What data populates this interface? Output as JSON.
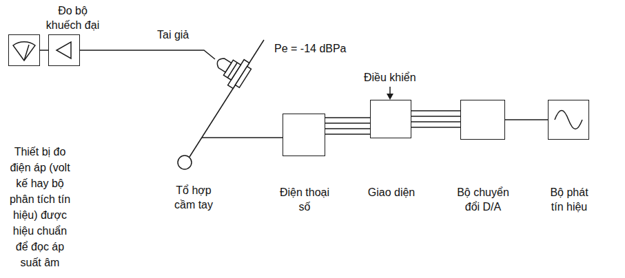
{
  "diagram": {
    "nodes": [
      {
        "text": [
          "Thiết bị đo điện áp (volt kế hay bộ phân tích tín hiệu) được hiệu chuẩn để đọc áp suất âm"
        ]
      },
      {
        "text": [
          "Đo bộ khuếch đại"
        ]
      },
      {
        "text": [
          "Điện thoại số"
        ]
      },
      {
        "text": [
          "Giao diện"
        ]
      },
      {
        "text": [
          "Bộ chuyển đổi D/A"
        ]
      },
      {
        "text": [
          "Bộ phát tín hiệu"
        ]
      }
    ],
    "edges": [
      {
        "from": 0,
        "to": 1,
        "arrow": "none"
      },
      {
        "from": 2,
        "to": 3,
        "arrow": "none"
      },
      {
        "from": 3,
        "to": 4,
        "arrow": "none"
      },
      {
        "from": 4,
        "to": 5,
        "arrow": "none"
      }
    ],
    "labels": [
      "Tai giả",
      "Pe = -14 dBPa",
      "Điều khiển",
      "Tổ hợp cầm tay"
    ]
  }
}
